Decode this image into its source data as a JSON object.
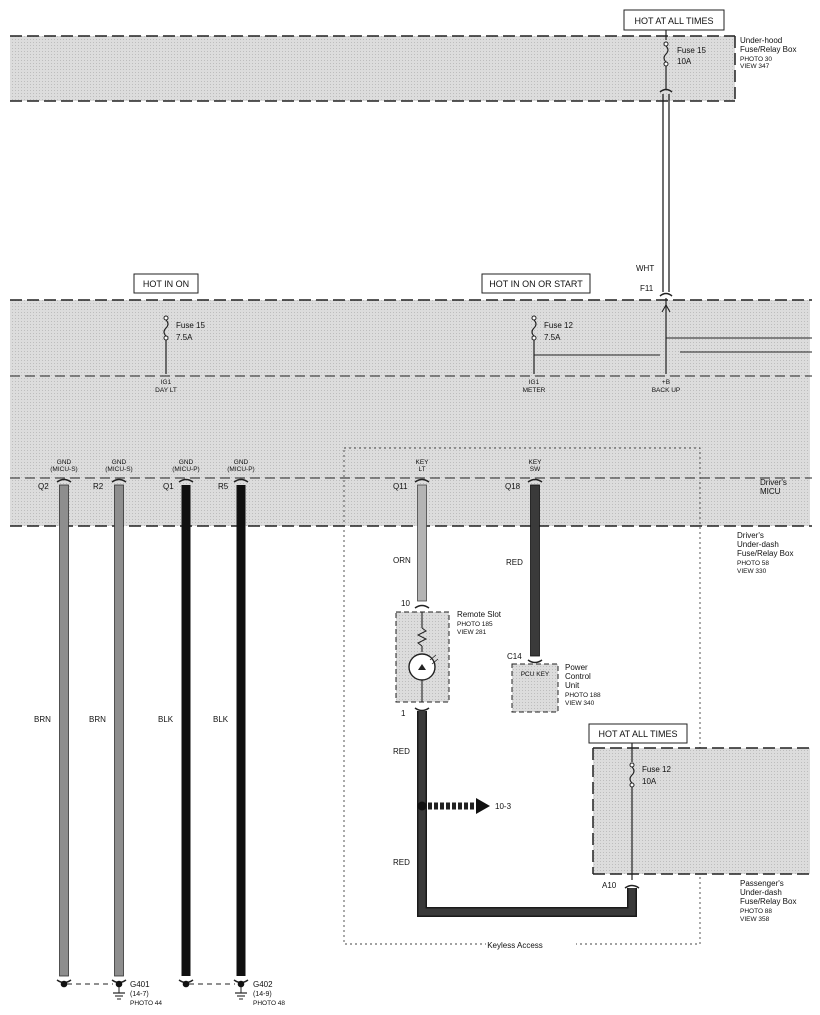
{
  "hot_labels": {
    "underhood": "HOT AT ALL TIMES",
    "ig_on": "HOT IN ON",
    "ig_on_start": "HOT IN ON OR START",
    "passenger": "HOT AT ALL TIMES"
  },
  "boxes": {
    "underhood": {
      "name": "Under-hood Fuse/Relay Box",
      "name_l1": "Under-hood",
      "name_l2": "Fuse/Relay Box",
      "photo": "PHOTO 30",
      "view": "VIEW 347"
    },
    "micu": {
      "name_l1": "Driver's",
      "name_l2": "MICU"
    },
    "driver_box": {
      "name_l1": "Driver's",
      "name_l2": "Under-dash",
      "name_l3": "Fuse/Relay Box",
      "photo": "PHOTO 58",
      "view": "VIEW 330"
    },
    "passenger_box": {
      "name_l1": "Passenger's",
      "name_l2": "Under-dash",
      "name_l3": "Fuse/Relay Box",
      "photo": "PHOTO 88",
      "view": "VIEW 358"
    }
  },
  "fuses": {
    "underhood": {
      "name": "Fuse 15",
      "rating": "10A"
    },
    "ig1_day": {
      "name": "Fuse 15",
      "rating": "7.5A"
    },
    "ig1_meter": {
      "name": "Fuse 12",
      "rating": "7.5A"
    },
    "passenger": {
      "name": "Fuse 12",
      "rating": "10A"
    }
  },
  "circuits": {
    "ig1_day": {
      "l1": "IG1",
      "l2": "DAY LT"
    },
    "ig1_meter": {
      "l1": "IG1",
      "l2": "METER"
    },
    "backup": {
      "l1": "+B",
      "l2": "BACK UP"
    }
  },
  "connectors": {
    "f11": "F11",
    "whf": "WHT",
    "q2": "Q2",
    "r2": "R2",
    "q1": "Q1",
    "r5": "R5",
    "q11": "Q11",
    "q18": "Q18",
    "c14": "C14",
    "a10": "A10",
    "pin10": "10",
    "pin1": "1"
  },
  "pins": {
    "gnd_micu_s_1": {
      "l1": "GND",
      "l2": "(MICU-S)"
    },
    "gnd_micu_s_2": {
      "l1": "GND",
      "l2": "(MICU-S)"
    },
    "gnd_micu_p_1": {
      "l1": "GND",
      "l2": "(MICU-P)"
    },
    "gnd_micu_p_2": {
      "l1": "GND",
      "l2": "(MICU-P)"
    },
    "key_lt": {
      "l1": "KEY",
      "l2": "LT"
    },
    "key_sw": {
      "l1": "KEY",
      "l2": "SW"
    }
  },
  "wires": {
    "brn1": "BRN",
    "brn2": "BRN",
    "blk1": "BLK",
    "blk2": "BLK",
    "orn": "ORN",
    "red_q18": "RED",
    "red_slot": "RED",
    "red_lower": "RED"
  },
  "components": {
    "remote_slot": {
      "name": "Remote Slot",
      "photo": "PHOTO 185",
      "view": "VIEW 281"
    },
    "pcu": {
      "l1": "Power",
      "l2": "Control",
      "l3": "Unit",
      "photo": "PHOTO 188",
      "view": "VIEW 340",
      "key_label": "PCU KEY"
    }
  },
  "grounds": {
    "g401": {
      "name": "G401",
      "ref": "(14-7)",
      "photo": "PHOTO 44"
    },
    "g402": {
      "name": "G402",
      "ref": "(14-9)",
      "photo": "PHOTO 48"
    }
  },
  "references": {
    "arrow_ref": "10-3"
  },
  "keyless_label": "Keyless Access",
  "colors": {
    "shade": "#d6d6d6",
    "brn": "#8e8e8e",
    "orn": "#b4b4b4",
    "blk": "#101010",
    "red": "#3a3a3a",
    "line": "#1a1a1a"
  }
}
